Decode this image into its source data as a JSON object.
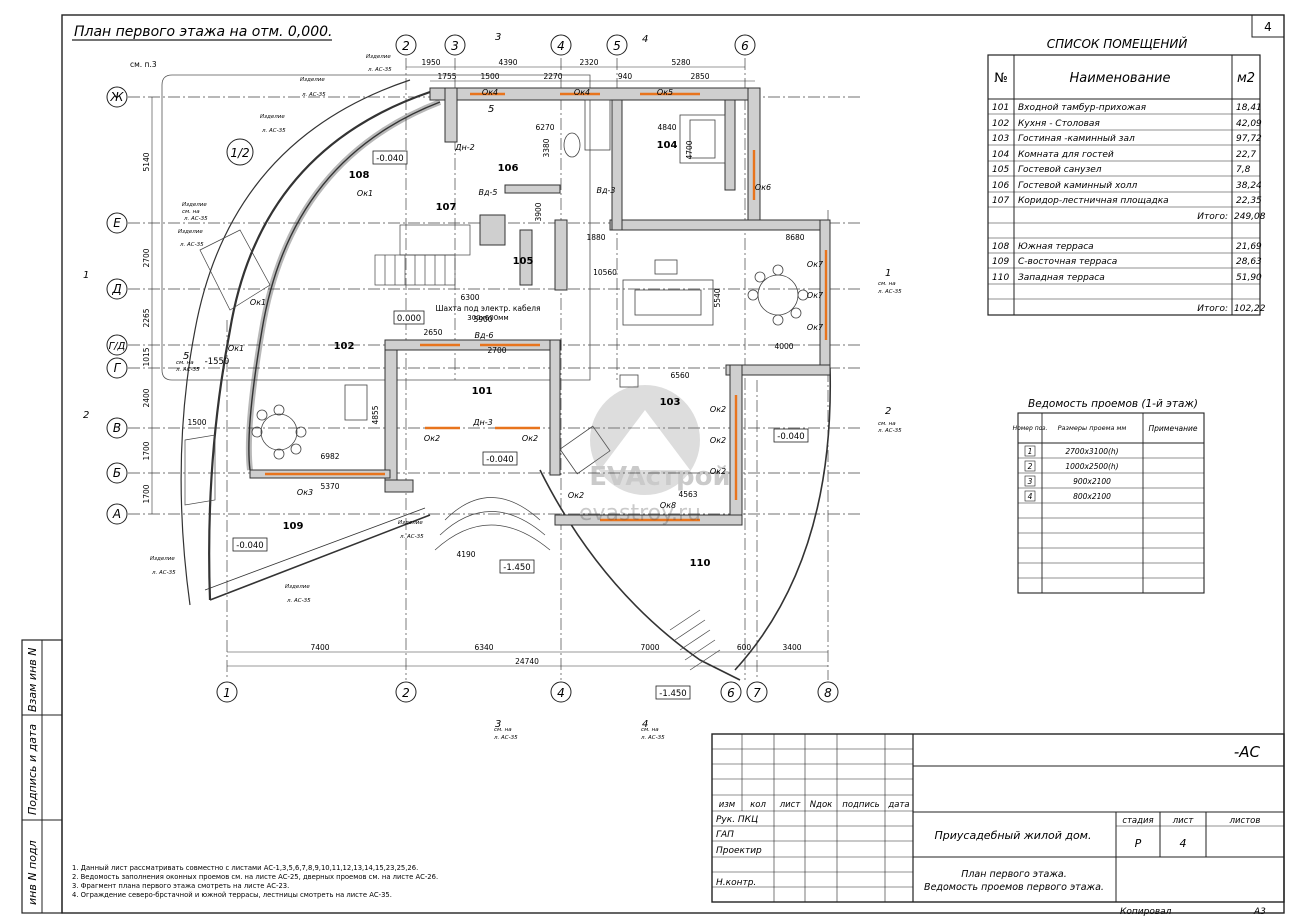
{
  "sheet": {
    "corner_number": "4",
    "plan_title": "План первого этажа на отм. 0,000.",
    "format": "А3",
    "copied": "Копировал",
    "watermark_name": "EVAстрой",
    "watermark_site": "evastroy.ru"
  },
  "side_stamp": [
    "Взам инв N",
    "Подпись и дата",
    "инв N подл"
  ],
  "axes": {
    "top": [
      "2",
      "3",
      "4",
      "5",
      "6"
    ],
    "bottom": [
      "1",
      "2",
      "4",
      "6",
      "7",
      "8"
    ],
    "left": [
      "Ж",
      "Е",
      "Д",
      "Г/Д",
      "Г",
      "В",
      "Б",
      "А"
    ],
    "extra_1_2": "1/2"
  },
  "rooms": [
    {
      "num": "101"
    },
    {
      "num": "102"
    },
    {
      "num": "103"
    },
    {
      "num": "104"
    },
    {
      "num": "105"
    },
    {
      "num": "106"
    },
    {
      "num": "107"
    },
    {
      "num": "108"
    },
    {
      "num": "109"
    },
    {
      "num": "110"
    }
  ],
  "levels": [
    "-0.040",
    "-0.040",
    "0.000",
    "-0.040",
    "-0.040",
    "-1.450",
    "-1.450",
    "-1550"
  ],
  "dimensions": {
    "top": [
      "1950",
      "4390",
      "2320",
      "5280",
      "1755",
      "1500",
      "2270",
      "940",
      "2850"
    ],
    "bottom": [
      "7400",
      "6340",
      "7000",
      "600",
      "3400",
      "24740"
    ],
    "inner": [
      "6270",
      "4840",
      "3380",
      "4700",
      "5900",
      "6300",
      "10560",
      "1880",
      "8680",
      "6560",
      "6982",
      "5370",
      "4000",
      "4563",
      "2650",
      "2700",
      "4190",
      "3900",
      "5540",
      "4855",
      "1500"
    ],
    "left": [
      "5140",
      "2700",
      "2265",
      "1015",
      "2400",
      "1700",
      "1700"
    ]
  },
  "openings_labels": [
    "Ок1",
    "Ок2",
    "Ок3",
    "Ок4",
    "Ок5",
    "Ок6",
    "Ок7",
    "Ок8",
    "Дн-2",
    "Дн-3",
    "Вд-5",
    "Вд-6",
    "Вд-3"
  ],
  "notes_labels": {
    "shaft": "Шахта под электр. кабеля",
    "shaft_size": "300х600мм",
    "product": "Изделие",
    "see": "см. на",
    "sheet_ref": "л. АС-35",
    "see_p3": "см. п.3",
    "sections": [
      "1",
      "2",
      "3",
      "4",
      "5"
    ]
  },
  "rooms_table": {
    "title": "СПИСОК ПОМЕЩЕНИЙ",
    "col_num": "№",
    "col_name": "Наименование",
    "col_area": "м2",
    "group1": [
      {
        "num": "101",
        "name": "Входной тамбур-прихожая",
        "area": "18,41"
      },
      {
        "num": "102",
        "name": "Кухня - Столовая",
        "area": "42,09"
      },
      {
        "num": "103",
        "name": "Гостиная -каминный зал",
        "area": "97,72"
      },
      {
        "num": "104",
        "name": "Комната для гостей",
        "area": "22,7"
      },
      {
        "num": "105",
        "name": "Гостевой санузел",
        "area": "7,8"
      },
      {
        "num": "106",
        "name": "Гостевой каминный холл",
        "area": "38,24"
      },
      {
        "num": "107",
        "name": "Коридор-лестничная площадка",
        "area": "22,35"
      }
    ],
    "total1_label": "Итого:",
    "total1": "249,08",
    "group2": [
      {
        "num": "108",
        "name": "Южная терраса",
        "area": "21,69"
      },
      {
        "num": "109",
        "name": "С-восточная терраса",
        "area": "28,63"
      },
      {
        "num": "110",
        "name": "Западная терраса",
        "area": "51,90"
      }
    ],
    "total2_label": "Итого:",
    "total2": "102,22"
  },
  "openings_table": {
    "title": "Ведомость проемов (1-й этаж)",
    "col_pos": "Номер поз.",
    "col_size": "Размеры проема мм",
    "col_note": "Примечание",
    "rows": [
      {
        "pos": "1",
        "size": "2700х3100(h)"
      },
      {
        "pos": "2",
        "size": "1000х2500(h)"
      },
      {
        "pos": "3",
        "size": "900х2100"
      },
      {
        "pos": "4",
        "size": "800х2100"
      }
    ]
  },
  "notes": [
    "1. Данный лист рассматривать совместно с листами АС-1,3,5,6,7,8,9,10,11,12,13,14,15,23,25,26.",
    "2. Ведомость заполнения оконных проемов см. на листе АС-25, дверных проемов см. на листе АС-26.",
    "3. Фрагмент плана первого этажа смотреть на листе АС-23.",
    "4. Ограждение северо-брстачной и южной террасы, лестницы смотреть на листе АС-35."
  ],
  "stamp": {
    "code": "-АС",
    "project": "Приусадебный жилой дом.",
    "sheet_title_1": "План первого этажа.",
    "sheet_title_2": "Ведомость проемов первого этажа.",
    "stage_label": "стадия",
    "sheet_label": "лист",
    "sheets_label": "листов",
    "stage": "Р",
    "sheet": "4",
    "col_headers": [
      "изм",
      "кол",
      "лист",
      "Nдок",
      "подпись",
      "дата"
    ],
    "roles": [
      "Рук. ПКЦ",
      "ГАП",
      "Проектир",
      "Н.контр."
    ]
  }
}
